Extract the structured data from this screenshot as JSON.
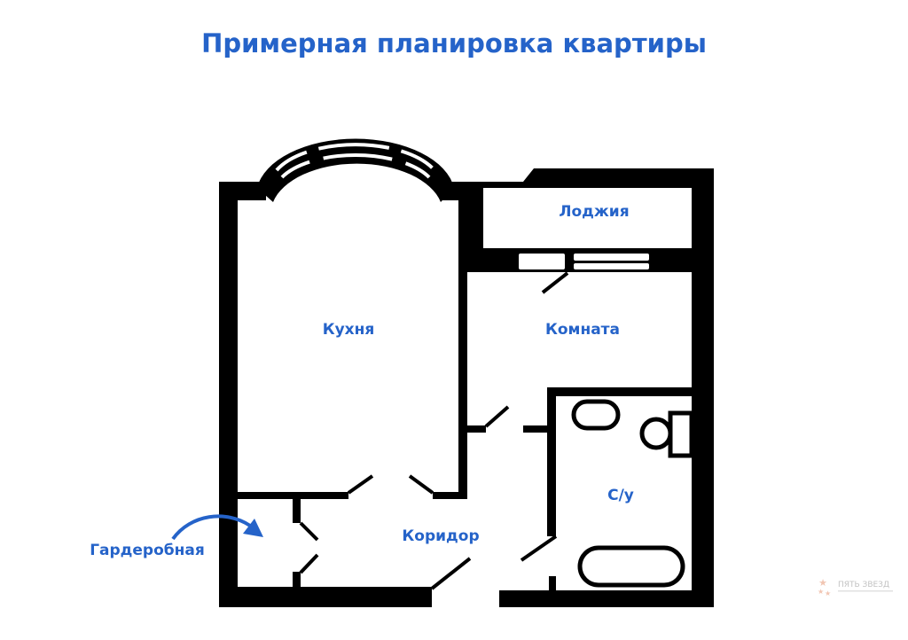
{
  "title": "Примерная планировка квартиры",
  "rooms": {
    "kitchen": "Кухня",
    "room": "Комната",
    "loggia": "Лоджия",
    "bathroom": "С/у",
    "corridor": "Коридор",
    "wardrobe": "Гардеробная"
  },
  "logo": {
    "text": "ПЯТЬ ЗВЕЗД"
  },
  "colors": {
    "label": "#2563c9",
    "walls": "#000000",
    "logo": "#e8a080"
  }
}
